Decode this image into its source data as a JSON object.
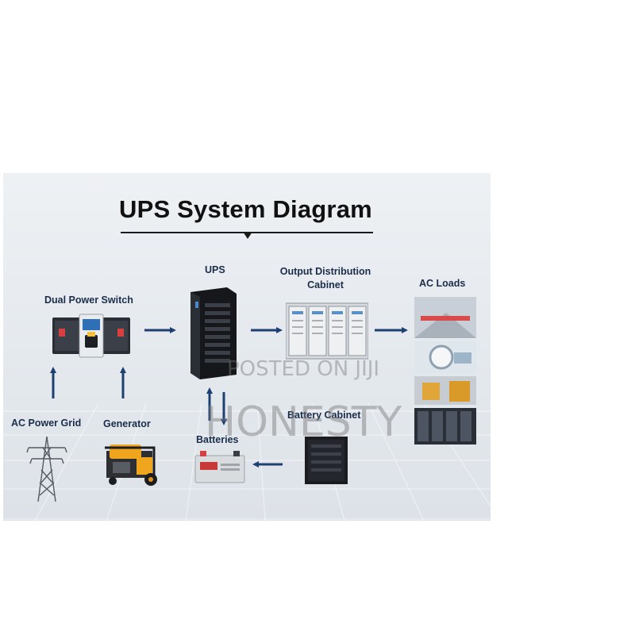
{
  "diagram": {
    "title": "UPS System Diagram",
    "nodes": {
      "dual_power_switch": "Dual Power Switch",
      "ups": "UPS",
      "output_cabinet_line1": "Output Distribution",
      "output_cabinet_line2": "Cabinet",
      "ac_loads": "AC Loads",
      "ac_power_grid": "AC Power Grid",
      "generator": "Generator",
      "batteries": "Batteries",
      "battery_cabinet": "Battery Cabinet"
    },
    "edges": [
      {
        "from": "AC Power Grid",
        "to": "Dual Power Switch"
      },
      {
        "from": "Generator",
        "to": "Dual Power Switch"
      },
      {
        "from": "Dual Power Switch",
        "to": "UPS"
      },
      {
        "from": "UPS",
        "to": "Output Distribution Cabinet"
      },
      {
        "from": "Output Distribution Cabinet",
        "to": "AC Loads"
      },
      {
        "from": "Batteries",
        "to": "UPS"
      },
      {
        "from": "UPS",
        "to": "Batteries"
      },
      {
        "from": "Battery Cabinet",
        "to": "Batteries"
      }
    ]
  },
  "watermark": {
    "line1": "POSTED ON JIJI",
    "line2": "HONESTY"
  },
  "colors": {
    "arrow": "#1e3f72",
    "label": "#1b2d4a",
    "title": "#111111",
    "panel": "#e6eaee"
  }
}
